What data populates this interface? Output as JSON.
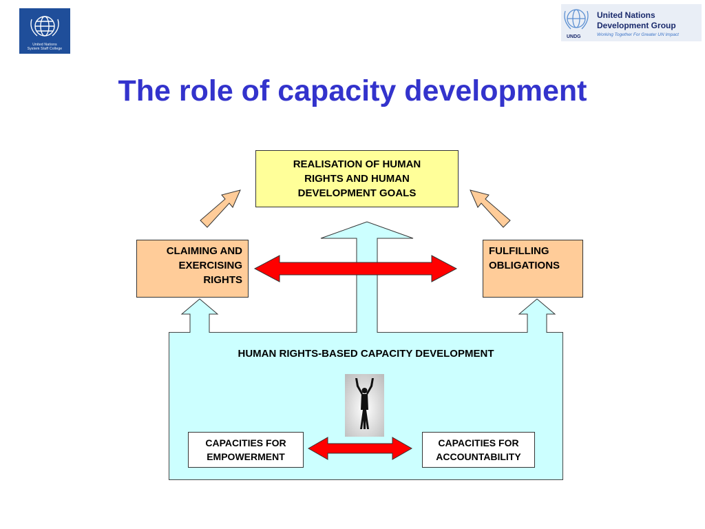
{
  "logos": {
    "left_caption_line1": "United Nations",
    "left_caption_line2": "System Staff College",
    "right_line1": "United Nations",
    "right_line2": "Development Group",
    "right_tagline": "Working Together For Greater UN Impact",
    "right_abbrev": "UNDG"
  },
  "title": "The role of capacity development",
  "diagram": {
    "goals_line1": "REALISATION OF HUMAN",
    "goals_line2": "RIGHTS AND HUMAN",
    "goals_line3": "DEVELOPMENT GOALS",
    "claim_line1": "CLAIMING AND",
    "claim_line2": "EXERCISING",
    "claim_line3": "RIGHTS",
    "fulfil_line1": "FULFILLING",
    "fulfil_line2": "OBLIGATIONS",
    "hrbcd": "HUMAN RIGHTS-BASED CAPACITY DEVELOPMENT",
    "empowerment_line1": "CAPACITIES FOR",
    "empowerment_line2": "EMPOWERMENT",
    "accountability_line1": "CAPACITIES FOR",
    "accountability_line2": "ACCOUNTABILITY"
  },
  "colors": {
    "title": "#3333cc",
    "goals_fill": "#ffff99",
    "side_fill": "#ffcc99",
    "base_fill": "#ccffff",
    "double_arrow": "#ff0000"
  }
}
